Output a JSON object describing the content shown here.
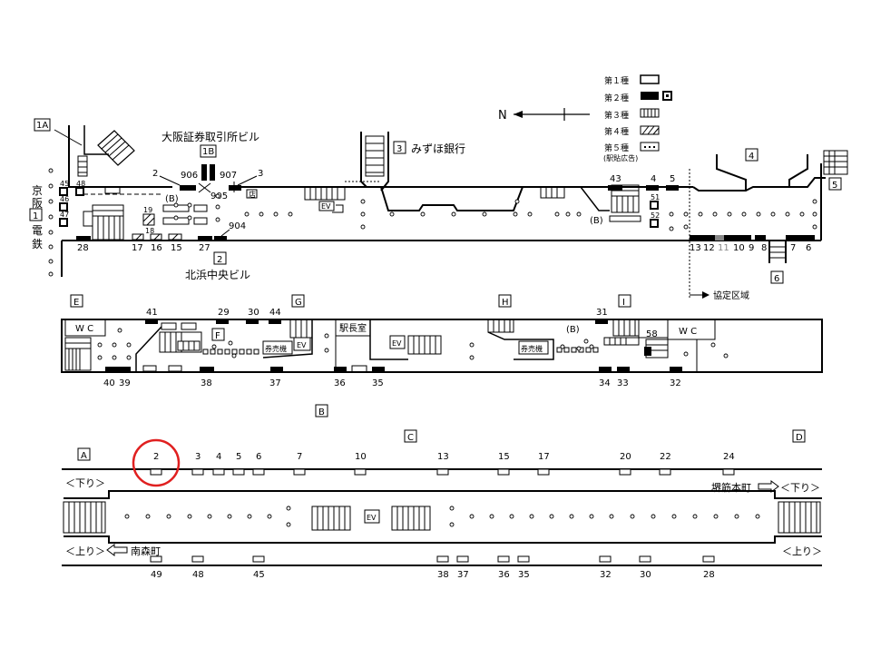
{
  "legend": {
    "items": [
      "第１種",
      "第２種",
      "第３種",
      "第４種",
      "第５種"
    ],
    "note": "(駅貼広告)",
    "north": "N"
  },
  "top": {
    "exits": {
      "e1A": "1A",
      "e1B": "1B",
      "e1": "1",
      "e2": "2",
      "e3": "3",
      "e4": "4",
      "e5": "5",
      "e6": "6"
    },
    "keihan": [
      "京",
      "阪",
      "電",
      "鉄"
    ],
    "bldg_osaka": "大阪証券取引所ビル",
    "bldg_kitahama": "北浜中央ビル",
    "bldg_mizuho": "みずほ銀行",
    "kyotei": "協定区域",
    "B": "(B)",
    "upper_nums": [
      "2",
      "906",
      "907",
      "3",
      "905",
      "43",
      "4",
      "5"
    ],
    "lower_nums": [
      "28",
      "17",
      "16",
      "15",
      "27",
      "904",
      "13",
      "12",
      "11",
      "10",
      "9",
      "8",
      "7",
      "6"
    ],
    "small_nums": [
      "45",
      "46",
      "47",
      "48",
      "19",
      "18",
      "51",
      "52"
    ],
    "ev": "EV"
  },
  "mid": {
    "letters": [
      "E",
      "G",
      "H",
      "I",
      "F"
    ],
    "upper_nums": [
      "41",
      "29",
      "30",
      "44",
      "31"
    ],
    "lower_nums": [
      "40",
      "39",
      "38",
      "37",
      "36",
      "35",
      "34",
      "33",
      "32"
    ],
    "wc": "W C",
    "ekichou": "駅長室",
    "kenbaiki": "券売機",
    "ev": "EV",
    "B": "(B)",
    "n58": "58"
  },
  "plat": {
    "letters": [
      "A",
      "B",
      "C",
      "D"
    ],
    "upper_nums": [
      "2",
      "3",
      "4",
      "5",
      "6",
      "7",
      "10",
      "13",
      "15",
      "17",
      "20",
      "22",
      "24"
    ],
    "lower_nums": [
      "49",
      "48",
      "45",
      "38",
      "37",
      "36",
      "35",
      "32",
      "30",
      "28"
    ],
    "kudari": "＜下り＞",
    "nobori": "＜上り＞",
    "sakaisuji": "堺筋本町",
    "minamimori": "南森町",
    "ev": "EV"
  },
  "highlight_color": "#e02020"
}
